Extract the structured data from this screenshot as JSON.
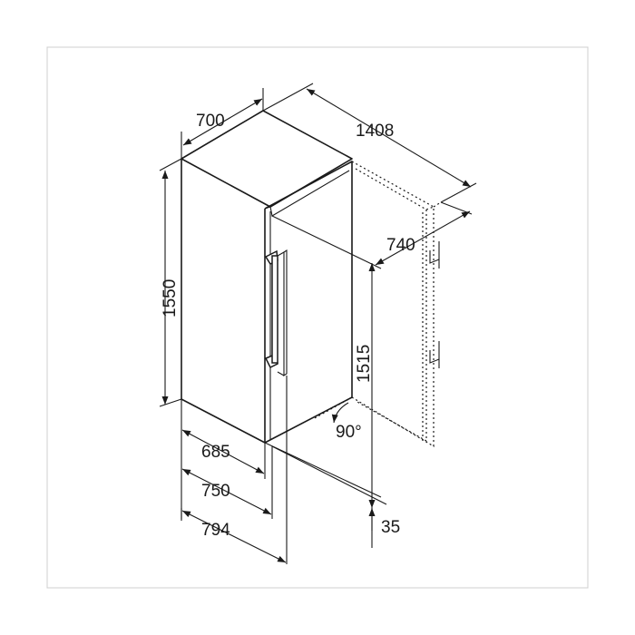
{
  "dimensions": {
    "width": "700",
    "depth_open": "1408",
    "door_depth": "740",
    "height": "1550",
    "inner_height": "1515",
    "door_angle": "90°",
    "depth_685": "685",
    "depth_750": "750",
    "depth_794": "794",
    "plinth": "35"
  },
  "colors": {
    "line": "#1a1a1a",
    "frame": "#cfcfcf",
    "background": "#ffffff"
  }
}
